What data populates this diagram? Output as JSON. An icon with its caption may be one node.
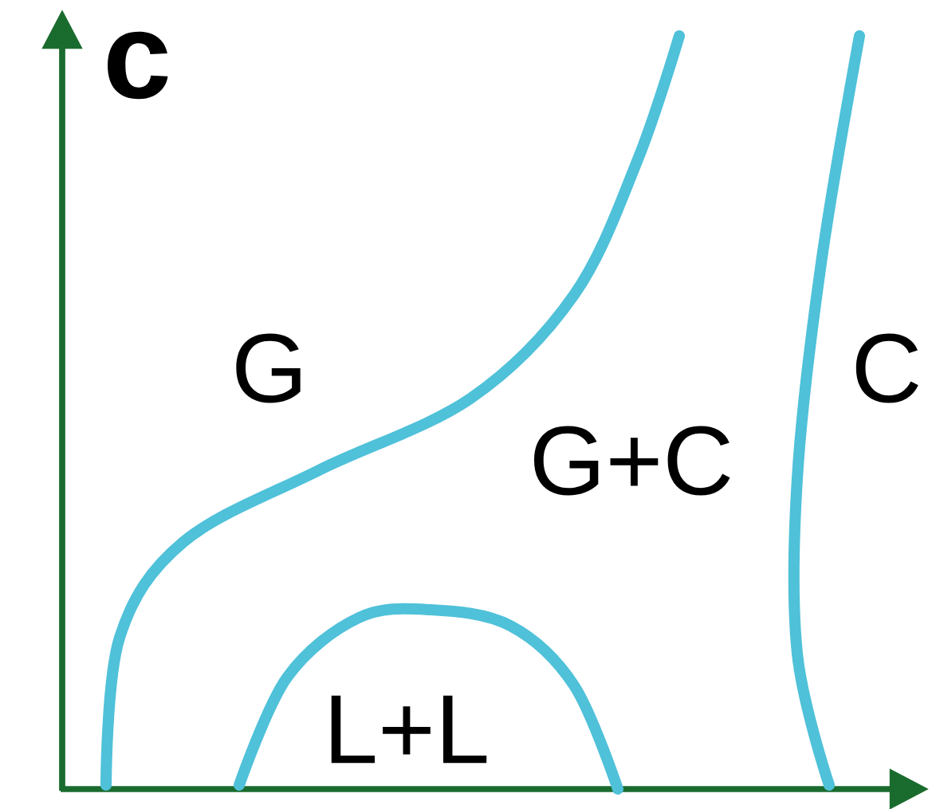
{
  "diagram": {
    "labels": [
      "c",
      "G",
      "C",
      "G+C",
      "L+L"
    ]
  }
}
